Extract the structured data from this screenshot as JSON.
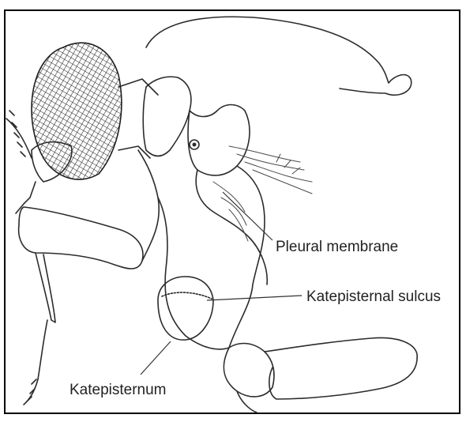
{
  "figure": {
    "labels": {
      "pleural_membrane": "Pleural membrane",
      "katepisternal_sulcus": "Katepisternal sulcus",
      "katepisternum": "Katepisternum"
    },
    "colors": {
      "background": "#ffffff",
      "ink": "#2b2b2b"
    }
  }
}
